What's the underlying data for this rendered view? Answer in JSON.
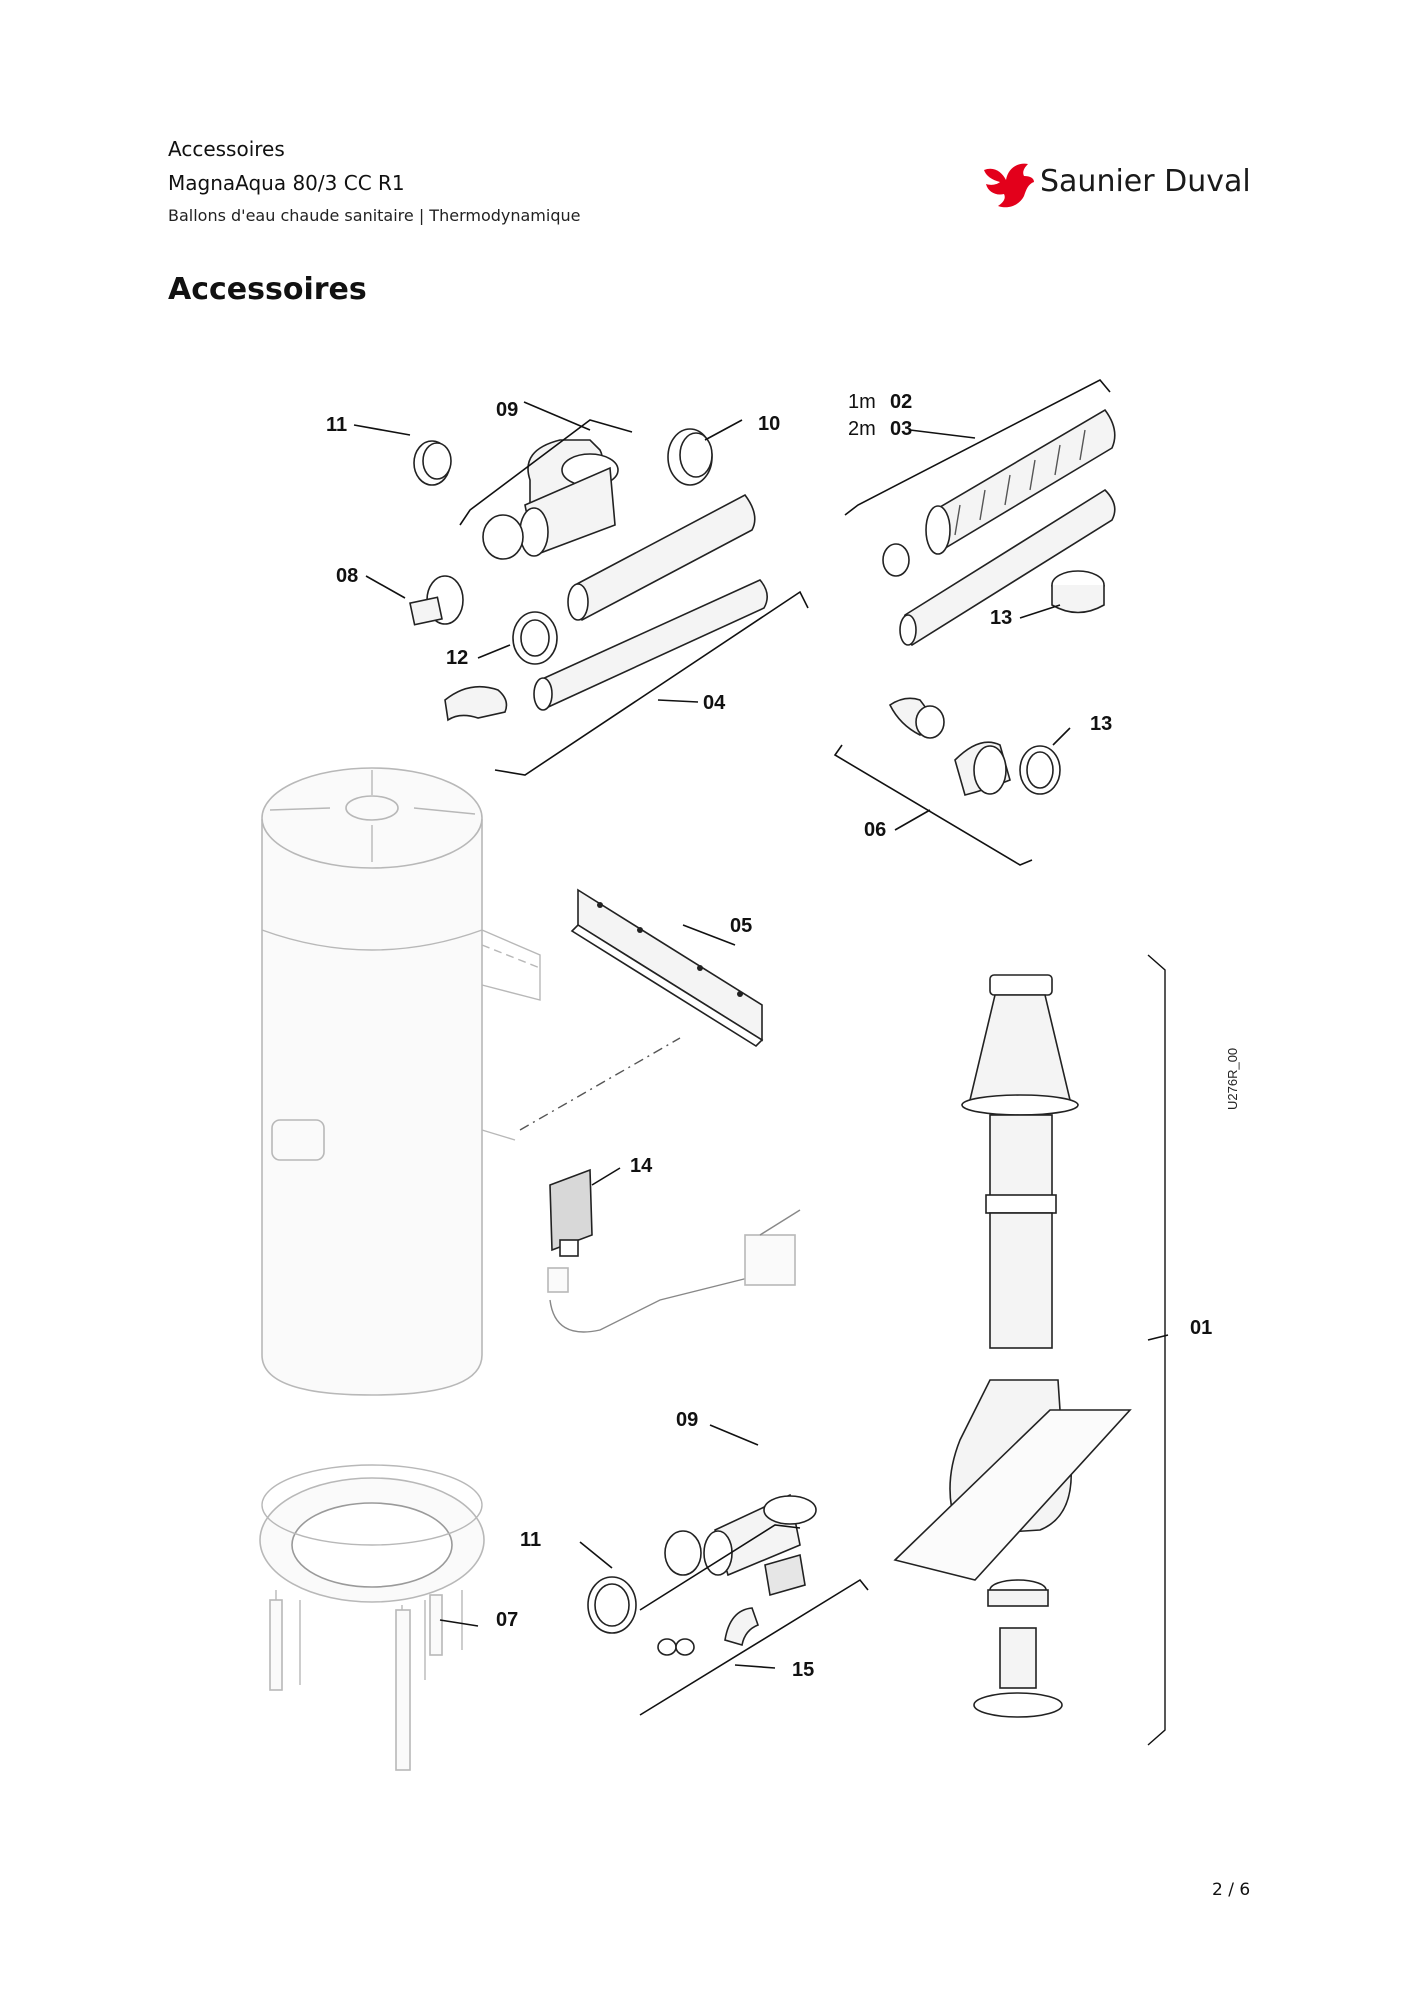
{
  "header": {
    "section": "Accessoires",
    "product": "MagnaAqua 80/3 CC R1",
    "category": "Ballons d'eau chaude sanitaire | Thermodynamique"
  },
  "brand": {
    "name": "Saunier Duval",
    "color": "#e3001b",
    "logo_icon": "bird-logo-icon"
  },
  "page_title": "Accessoires",
  "figure": {
    "reference_code": "U276R_00",
    "callouts": {
      "c11a": "11",
      "c09a": "09",
      "c10": "10",
      "c08": "08",
      "c12": "12",
      "c04": "04",
      "c02_len": "1m",
      "c02": "02",
      "c03_len": "2m",
      "c03": "03",
      "c13a": "13",
      "c13b": "13",
      "c06": "06",
      "c05": "05",
      "c14": "14",
      "c01": "01",
      "c09b": "09",
      "c11b": "11",
      "c07": "07",
      "c15": "15"
    }
  },
  "footer": {
    "page_number": "2 / 6"
  }
}
